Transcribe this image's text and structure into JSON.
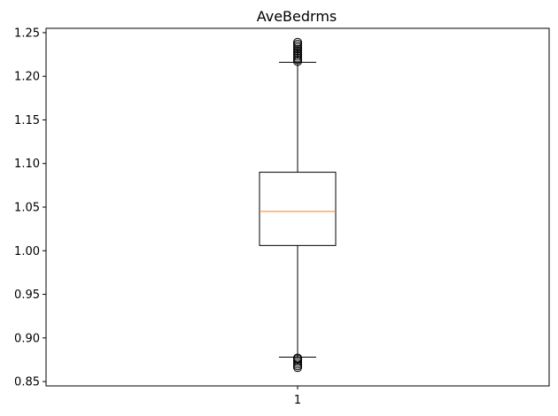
{
  "chart_data": {
    "type": "box",
    "title": "AveBedrms",
    "xlabel": "",
    "ylabel": "",
    "categories": [
      "1"
    ],
    "ylim": [
      0.845,
      1.255
    ],
    "y_ticks": [
      0.85,
      0.9,
      0.95,
      1.0,
      1.05,
      1.1,
      1.15,
      1.2,
      1.25
    ],
    "y_tick_labels": [
      "0.85",
      "0.90",
      "0.95",
      "1.00",
      "1.05",
      "1.10",
      "1.15",
      "1.20",
      "1.25"
    ],
    "grid": false,
    "boxes": [
      {
        "category": "1",
        "whisker_low": 0.878,
        "q1": 1.006,
        "median": 1.045,
        "q3": 1.09,
        "whisker_high": 1.216,
        "outliers_high": [
          1.217,
          1.219,
          1.221,
          1.223,
          1.225,
          1.227,
          1.229,
          1.231,
          1.233,
          1.235,
          1.237,
          1.239
        ],
        "outliers_low": [
          0.866,
          0.868,
          0.87,
          0.872,
          0.874,
          0.876,
          0.877
        ]
      }
    ],
    "colors": {
      "box": "#000000",
      "median": "#ff7f0e",
      "outlier": "#000000"
    }
  }
}
